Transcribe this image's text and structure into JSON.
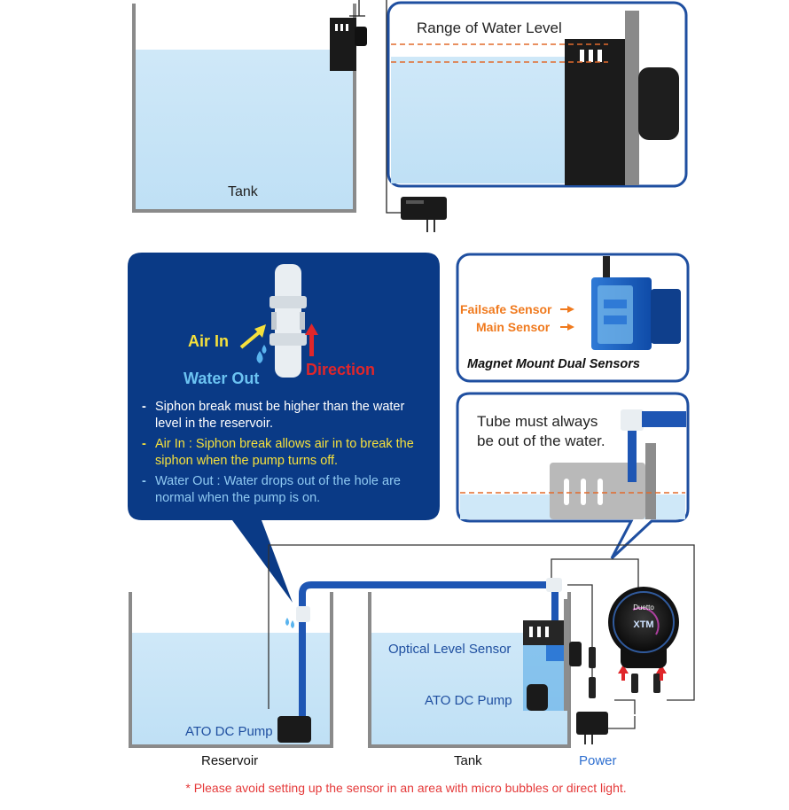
{
  "top": {
    "tank_label": "Tank",
    "range_label": "Range of Water Level"
  },
  "siphon": {
    "air_in": "Air In",
    "water_out": "Water Out",
    "direction": "Direction",
    "bullets": [
      "Siphon break must be higher than the water level in the reservoir.",
      "Air In : Siphon break allows air in to break the siphon when the pump turns off.",
      "Water Out : Water drops out of the hole are normal when the pump is on."
    ],
    "bullet_dash": "-"
  },
  "sensors": {
    "failsafe": "Failsafe Sensor",
    "main": "Main Sensor",
    "caption": "Magnet Mount Dual Sensors"
  },
  "tube_note": {
    "line1": "Tube must always",
    "line2": "be out of the water."
  },
  "bottom": {
    "optical_sensor": "Optical Level Sensor",
    "ato_pump_tank": "ATO DC Pump",
    "ato_pump_reservoir": "ATO DC Pump",
    "reservoir": "Reservoir",
    "tank": "Tank",
    "power": "Power",
    "controller_brand": "Duetto",
    "controller_logo": "XTM"
  },
  "footnote": "* Please avoid setting up the sensor in an area with micro bubbles or direct light.",
  "colors": {
    "navy": "#0a3a86",
    "border_blue": "#1f4fa0",
    "water": "#cfe8f8",
    "tube": "#1e56b4",
    "orange": "#f07a1e",
    "yellow": "#f5e03c",
    "light_blue_text": "#6cc3f2",
    "red": "#e0262a",
    "footnote_red": "#e53a3a",
    "power_blue": "#2e6fd0"
  }
}
